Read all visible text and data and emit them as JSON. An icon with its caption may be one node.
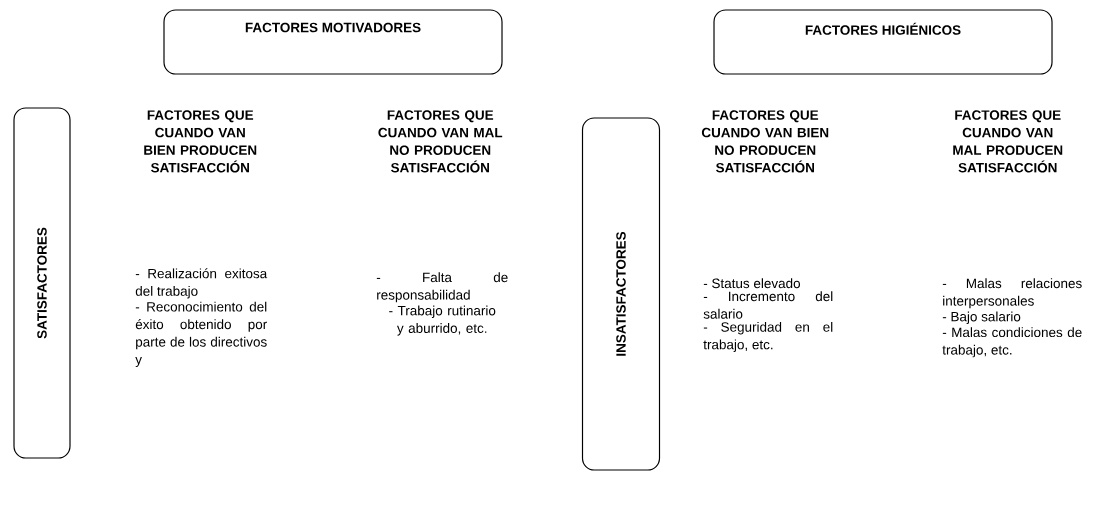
{
  "diagram": {
    "nodes": [
      {
        "text": [
          "FACTORES MOTIVADORES"
        ]
      },
      {
        "text": [
          "FACTORES HIGIÉNICOS"
        ]
      },
      {
        "text": [
          "SATISFACTORES"
        ]
      },
      {
        "text": [
          "INSATISFACTORES"
        ]
      }
    ],
    "labels": [
      "FACTORES QUE CUANDO VAN BIEN PRODUCEN SATISFACCIÓN",
      "FACTORES QUE CUANDO VAN MAL NO PRODUCEN SATISFACCIÓN",
      "FACTORES QUE CUANDO VAN BIEN NO PRODUCEN SATISFACCIÓN",
      "FACTORES QUE CUANDO VAN MAL PRODUCEN SATISFACCIÓN",
      "- Realización exitosa del trabajo",
      "- Reconocimiento del éxito obtenido por parte de los directivos y",
      "- Falta de responsabilidad",
      "- Trabajo rutinario y aburrido, etc.",
      "- Status elevado",
      "- Incremento del salario",
      "- Seguridad en el trabajo, etc.",
      "- Malas relaciones interpersonales",
      "- Bajo salario",
      "- Malas condiciones de trabajo, etc."
    ]
  }
}
